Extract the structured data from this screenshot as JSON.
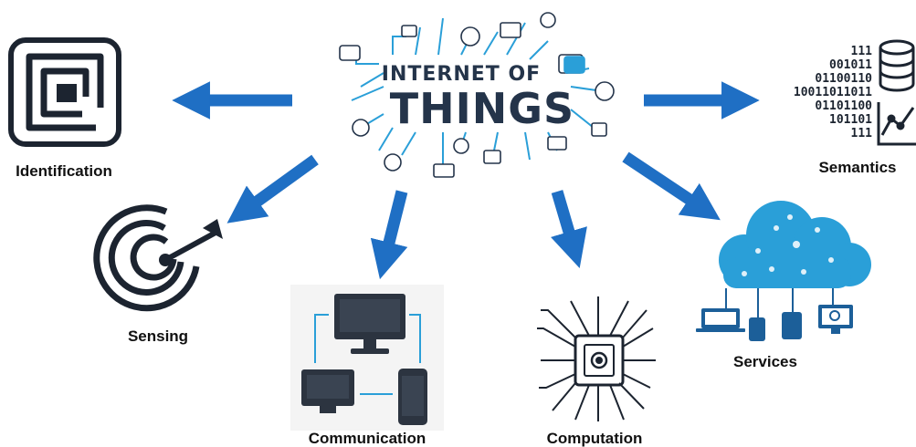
{
  "title": {
    "line1": "INTERNET OF",
    "line2": "THINGS"
  },
  "nodes": {
    "identification": {
      "label": "Identification",
      "icon": "rfid-tag-icon"
    },
    "sensing": {
      "label": "Sensing",
      "icon": "radar-sensor-icon"
    },
    "communication": {
      "label": "Communication",
      "icon": "devices-network-icon"
    },
    "computation": {
      "label": "Computation",
      "icon": "processor-chip-icon"
    },
    "services": {
      "label": "Services",
      "icon": "cloud-services-icon"
    },
    "semantics": {
      "label": "Semantics",
      "icon": "database-chart-icon",
      "binary_lines": [
        "111",
        "001011",
        "01100110",
        "10011011011",
        "01101100",
        "101101",
        "111"
      ]
    }
  },
  "colors": {
    "arrow": "#1f6fc4",
    "title": "#24344a",
    "accent": "#2a9fd8",
    "icon_dark": "#1c2430"
  }
}
